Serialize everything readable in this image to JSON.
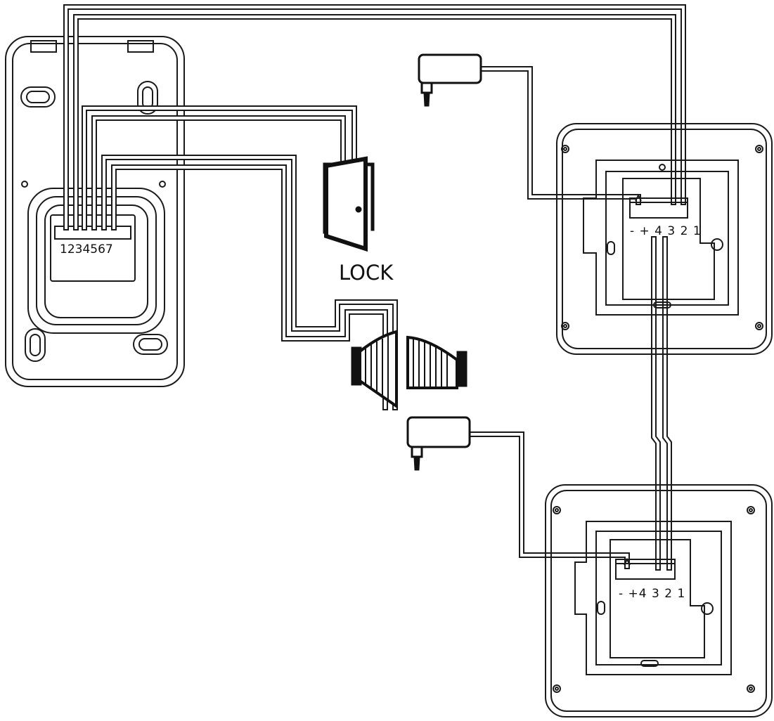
{
  "outdoor_unit": {
    "terminal_numbers": "1234567"
  },
  "monitor_1": {
    "terminal_labels": "- + 4 3 2 1"
  },
  "monitor_2": {
    "terminal_labels": "- +4 3 2 1"
  },
  "lock": {
    "label": "LOCK"
  },
  "colors": {
    "line": "#1a1a1a",
    "wire_fill": "#ffffff",
    "background": "#ffffff"
  }
}
